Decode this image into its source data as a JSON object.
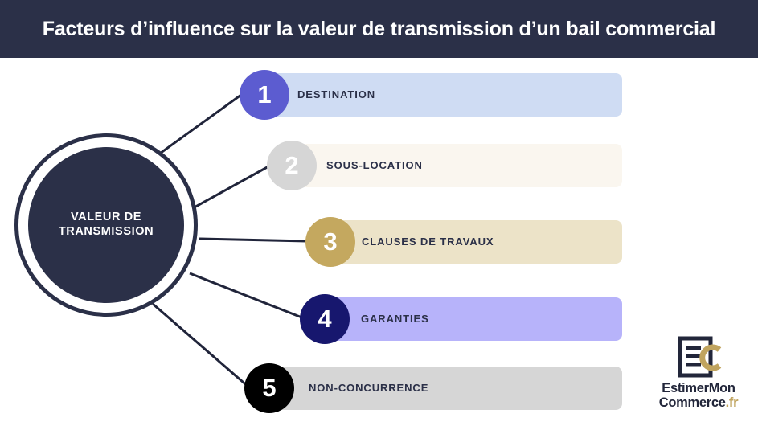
{
  "header": {
    "title": "Facteurs d’influence sur la valeur de transmission d’un bail commercial",
    "bg_color": "#2b3048",
    "text_color": "#ffffff"
  },
  "hub": {
    "label": "VALEUR DE\nTRANSMISSION",
    "ring_color": "#2b3048",
    "core_color": "#2b3048",
    "text_color": "#ffffff"
  },
  "factors": [
    {
      "number": "1",
      "label": "DESTINATION",
      "badge_color": "#5c5cd0",
      "bar_color": "#cfdcf3",
      "number_color": "#ffffff",
      "label_color": "#2b3048"
    },
    {
      "number": "2",
      "label": "SOUS-LOCATION",
      "badge_color": "#d6d6d6",
      "bar_color": "#faf6ef",
      "number_color": "#ffffff",
      "label_color": "#2b3048"
    },
    {
      "number": "3",
      "label": "CLAUSES DE TRAVAUX",
      "badge_color": "#c4a85f",
      "bar_color": "#ece3c8",
      "number_color": "#ffffff",
      "label_color": "#2b3048"
    },
    {
      "number": "4",
      "label": "GARANTIES",
      "badge_color": "#17176e",
      "bar_color": "#b7b3fa",
      "number_color": "#ffffff",
      "label_color": "#2b3048"
    },
    {
      "number": "5",
      "label": "NON-CONCURRENCE",
      "badge_color": "#000000",
      "bar_color": "#d6d6d6",
      "number_color": "#ffffff",
      "label_color": "#2b3048"
    }
  ],
  "connectors": {
    "color": "#20243a",
    "width": 3
  },
  "logo": {
    "line1": "EstimerMon",
    "line2_main": "Commerce",
    "line2_tld": ".fr",
    "mark_color": "#22263a",
    "accent_color": "#c0a45f"
  }
}
